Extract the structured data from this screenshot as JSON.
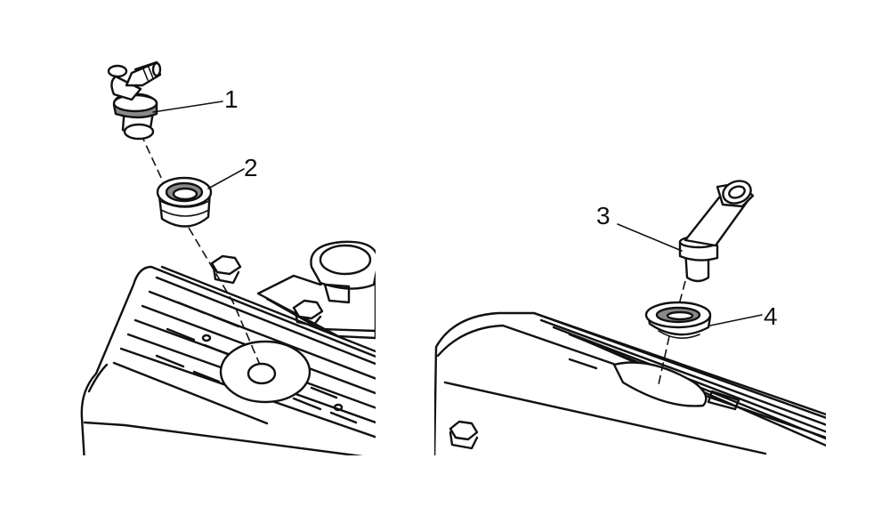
{
  "callouts": [
    {
      "id": "1",
      "label": "1"
    },
    {
      "id": "2",
      "label": "2"
    },
    {
      "id": "3",
      "label": "3"
    },
    {
      "id": "4",
      "label": "4"
    }
  ],
  "icons": [
    "elbow-breather-fitting-icon",
    "grommet-icon",
    "angled-breather-tube-icon",
    "gasket-washer-icon"
  ]
}
